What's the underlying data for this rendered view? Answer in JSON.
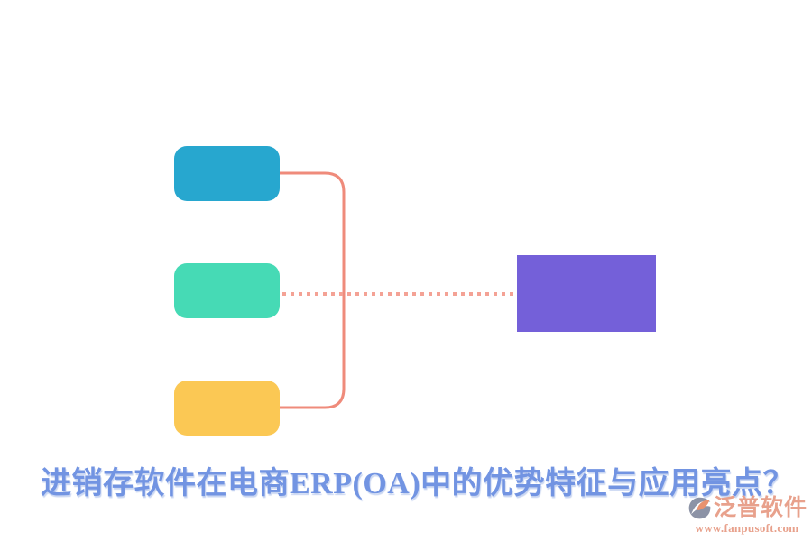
{
  "title": {
    "text": "进销存软件在电商ERP(OA)中的优势特征与应用亮点？",
    "color": "#7294E2"
  },
  "diagram": {
    "boxes": [
      {
        "name": "top",
        "label": "",
        "color": "#27A7CF"
      },
      {
        "name": "middle",
        "label": "",
        "color": "#46DAB5"
      },
      {
        "name": "bottom",
        "label": "",
        "color": "#FBC854"
      }
    ],
    "result_box": {
      "label": "",
      "color": "#7460D9"
    },
    "connector_color": "#EF8B7B",
    "dotted_connector_color": "#F4A295"
  },
  "watermark": {
    "brand": "泛普软件",
    "url": "www.fanpusoft.com",
    "text_color": "#E8A18C",
    "icon_gray": "#8C93A6",
    "icon_accent": "#E8926F"
  }
}
